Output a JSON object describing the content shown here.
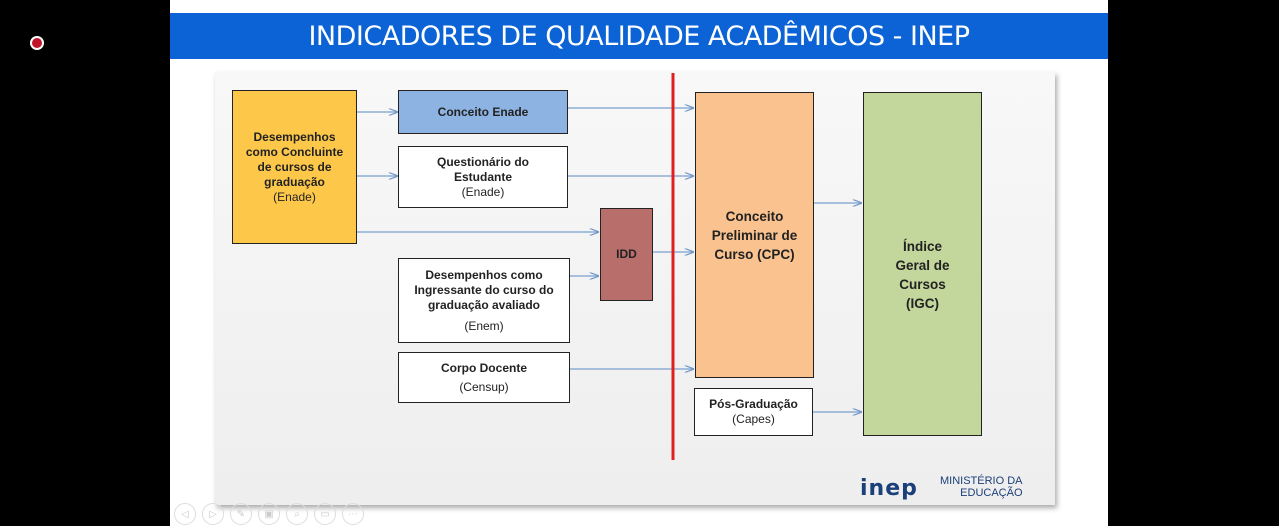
{
  "title": "INDICADORES DE QUALIDADE ACADÊMICOS - INEP",
  "boxes": {
    "concluinte": {
      "title": "Desempenhos como Concluinte de cursos de graduação",
      "source": "(Enade)"
    },
    "conceito_enade": {
      "title": "Conceito Enade"
    },
    "questionario": {
      "title": "Questionário do Estudante",
      "source": "(Enade)"
    },
    "idd": {
      "title": "IDD"
    },
    "ingressante": {
      "title": "Desempenhos como Ingressante do curso do graduação avaliado",
      "source": "(Enem)"
    },
    "corpo_docente": {
      "title": "Corpo Docente",
      "source": "(Censup)"
    },
    "cpc": {
      "title": "Conceito Preliminar de Curso (CPC)"
    },
    "pos": {
      "title": "Pós-Graduação",
      "source": "(Capes)"
    },
    "igc": {
      "title": "Índice Geral de Cursos (IGC)"
    }
  },
  "logo": {
    "inep": "inep",
    "ministerio_line1": "MINISTÉRIO DA",
    "ministerio_line2": "EDUCAÇÃO"
  },
  "colors": {
    "title_bar": "#0b63d6",
    "yellow": "#fdc84a",
    "blue": "#8db3e2",
    "idd": "#b86e6b",
    "cpc": "#f9c28e",
    "igc": "#c3d69b",
    "divider": "#e02020"
  }
}
